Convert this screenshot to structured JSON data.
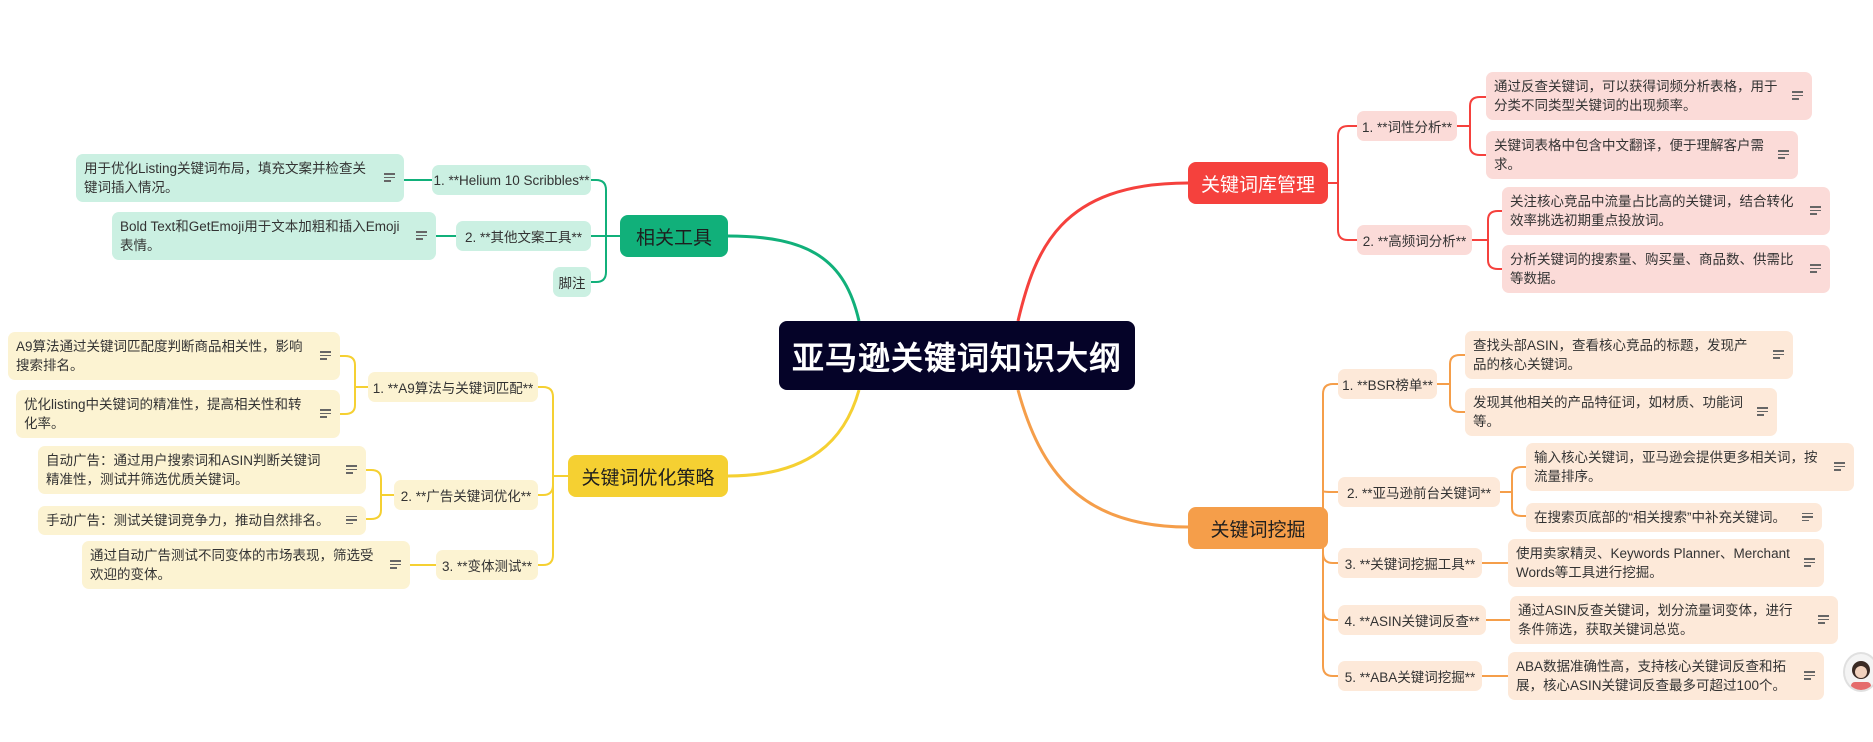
{
  "root": {
    "title": "亚马逊关键词知识大纲"
  },
  "branches": {
    "keyword_library": {
      "label": "关键词库管理",
      "color": "#f5413d",
      "children": [
        {
          "label": "1. **词性分析**",
          "leaves": [
            "通过反查关键词，可以获得词频分析表格，用于分类不同类型关键词的出现频率。",
            "关键词表格中包含中文翻译，便于理解客户需求。"
          ]
        },
        {
          "label": "2. **高频词分析**",
          "leaves": [
            "关注核心竞品中流量占比高的关键词，结合转化效率挑选初期重点投放词。",
            "分析关键词的搜索量、购买量、商品数、供需比等数据。"
          ]
        }
      ]
    },
    "keyword_mining": {
      "label": "关键词挖掘",
      "color": "#f59e4a",
      "children": [
        {
          "label": "1. **BSR榜单**",
          "leaves": [
            "查找头部ASIN，查看核心竞品的标题，发现产品的核心关键词。",
            "发现其他相关的产品特征词，如材质、功能词等。"
          ]
        },
        {
          "label": "2. **亚马逊前台关键词**",
          "leaves": [
            "输入核心关键词，亚马逊会提供更多相关词，按流量排序。",
            "在搜索页底部的“相关搜索”中补充关键词。"
          ]
        },
        {
          "label": "3. **关键词挖掘工具**",
          "leaves": [
            "使用卖家精灵、Keywords Planner、Merchant Words等工具进行挖掘。"
          ]
        },
        {
          "label": "4. **ASIN关键词反查**",
          "leaves": [
            "通过ASIN反查关键词，划分流量词变体，进行条件筛选，获取关键词总览。"
          ]
        },
        {
          "label": "5. **ABA关键词挖掘**",
          "leaves": [
            "ABA数据准确性高，支持核心关键词反查和拓展，核心ASIN关键词反查最多可超过100个。"
          ]
        }
      ]
    },
    "related_tools": {
      "label": "相关工具",
      "color": "#11b07a",
      "children": [
        {
          "label": "1. **Helium 10 Scribbles**",
          "leaves": [
            "用于优化Listing关键词布局，填充文案并检查关键词插入情况。"
          ]
        },
        {
          "label": "2. **其他文案工具**",
          "leaves": [
            "Bold Text和GetEmoji用于文本加粗和插入Emoji表情。"
          ]
        },
        {
          "label": "脚注",
          "leaves": []
        }
      ]
    },
    "optimization": {
      "label": "关键词优化策略",
      "color": "#f5d032",
      "children": [
        {
          "label": "1. **A9算法与关键词匹配**",
          "leaves": [
            "A9算法通过关键词匹配度判断商品相关性，影响搜索排名。",
            "优化listing中关键词的精准性，提高相关性和转化率。"
          ]
        },
        {
          "label": "2. **广告关键词优化**",
          "leaves": [
            "自动广告：通过用户搜索词和ASIN判断关键词精准性，测试并筛选优质关键词。",
            "手动广告：测试关键词竞争力，推动自然排名。"
          ]
        },
        {
          "label": "3. **变体测试**",
          "leaves": [
            "通过自动广告测试不同变体的市场表现，筛选受欢迎的变体。"
          ]
        }
      ]
    }
  }
}
